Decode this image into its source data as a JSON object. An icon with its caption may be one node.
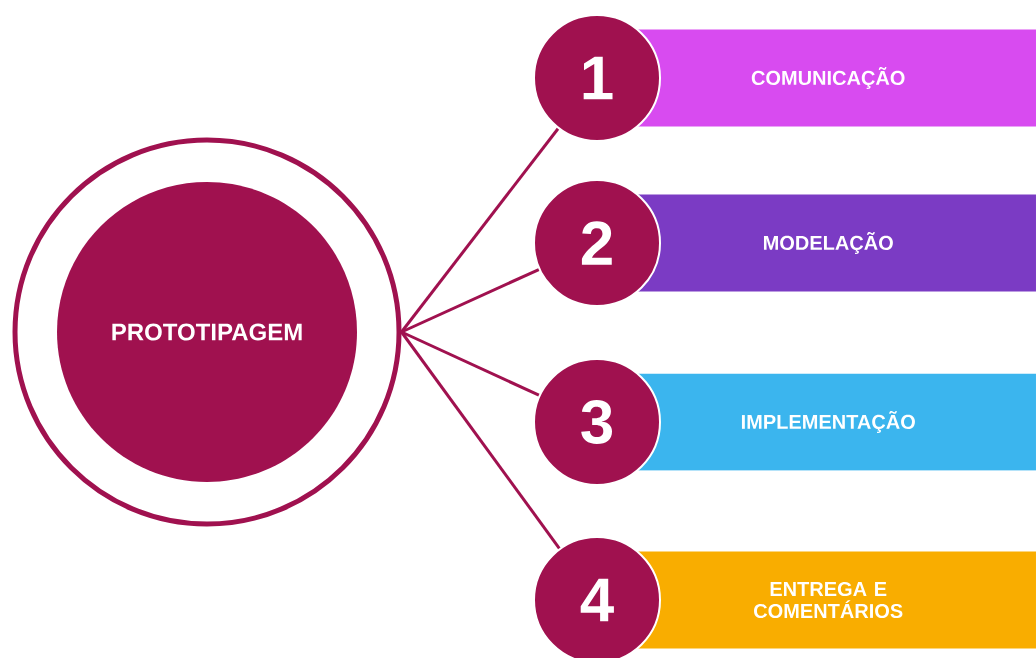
{
  "diagram": {
    "nodes": [
      {
        "text": [
          "PROTOTIPAGEM"
        ]
      },
      {
        "text": [
          "1"
        ]
      },
      {
        "text": [
          "COMUNICAÇÃO"
        ]
      },
      {
        "text": [
          "2"
        ]
      },
      {
        "text": [
          "MODELAÇÃO"
        ]
      },
      {
        "text": [
          "3"
        ]
      },
      {
        "text": [
          "IMPLEMENTAÇÃO"
        ]
      },
      {
        "text": [
          "4"
        ]
      },
      {
        "text": [
          "ENTREGA E COMENTÁRIOS"
        ]
      }
    ],
    "edges": [
      {
        "from": 0,
        "to": 1,
        "arrow": "none"
      },
      {
        "from": 0,
        "to": 3,
        "arrow": "none"
      },
      {
        "from": 0,
        "to": 5,
        "arrow": "none"
      },
      {
        "from": 0,
        "to": 7,
        "arrow": "none"
      }
    ]
  }
}
